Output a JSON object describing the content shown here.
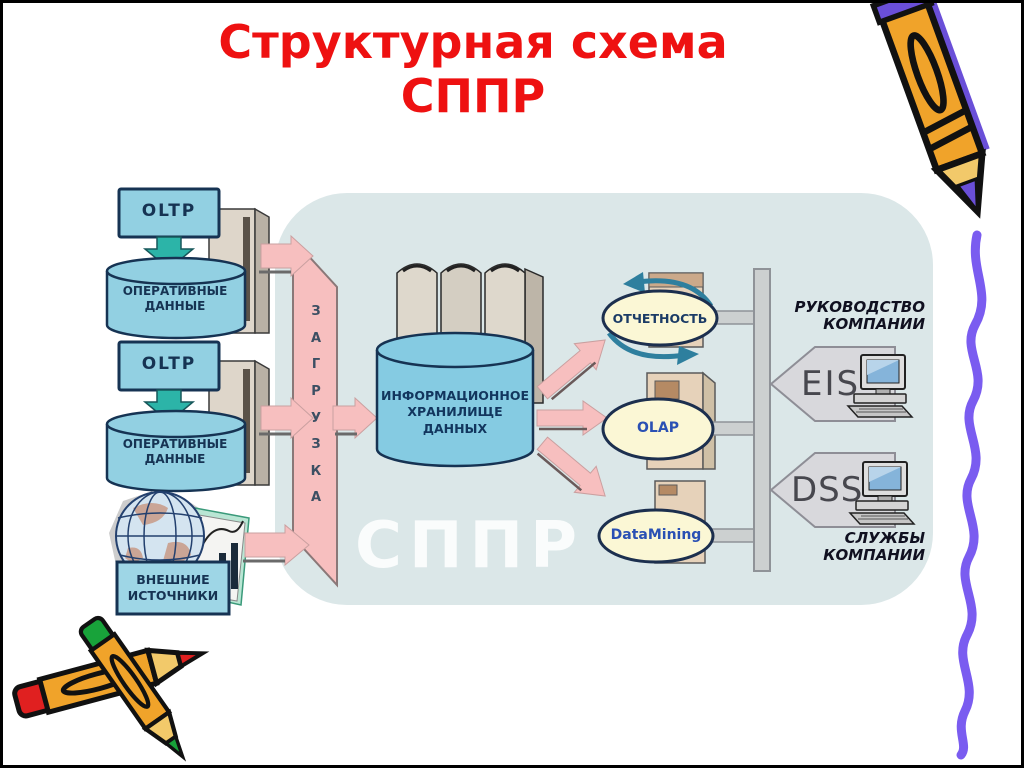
{
  "slide": {
    "title": "Структурная схема\nСППР",
    "watermark": "СППР"
  },
  "colors": {
    "title_red": "#ee1111",
    "panel_bg": "#dbe7e8",
    "node_blue_fill": "#92d0e2",
    "node_border_navy": "#163353",
    "etl_pink": "#f7bfbf",
    "teal_arrow": "#2cb4a8",
    "ellipse_yellow": "#fbf7d5",
    "ellipse_border": "#1c2f4e",
    "connector_gray": "#ccd0d0",
    "consumer_gray": "#d8d8dc",
    "pencil_orange": "#f0a32a",
    "pencil_purple": "#6a4fd8",
    "watermark_white": "#f2f7f7"
  },
  "sources": {
    "oltp1": {
      "system": "OLTP",
      "store": "ОПЕРАТИВНЫЕ\nДАННЫЕ"
    },
    "oltp2": {
      "system": "OLTP",
      "store": "ОПЕРАТИВНЫЕ\nДАННЫЕ"
    },
    "external": {
      "label": "ВНЕШНИЕ\nИСТОЧНИКИ"
    }
  },
  "etl": {
    "vertical_label": "З\nА\nГ\nР\nУ\nЗ\nК\nА"
  },
  "warehouse": {
    "label": "ИНФОРМАЦИОННОЕ\nХРАНИЛИЩЕ\nДАННЫХ"
  },
  "analysis": {
    "reporting": {
      "label": "ОТЧЕТНОСТЬ"
    },
    "olap": {
      "label": "OLAP"
    },
    "datamining": {
      "label": "DataMining"
    }
  },
  "consumers": {
    "eis": {
      "label": "EIS",
      "audience": "РУКОВОДСТВО\nКОМПАНИИ"
    },
    "dss": {
      "label": "DSS",
      "audience": "СЛУЖБЫ\nКОМПАНИИ"
    }
  }
}
